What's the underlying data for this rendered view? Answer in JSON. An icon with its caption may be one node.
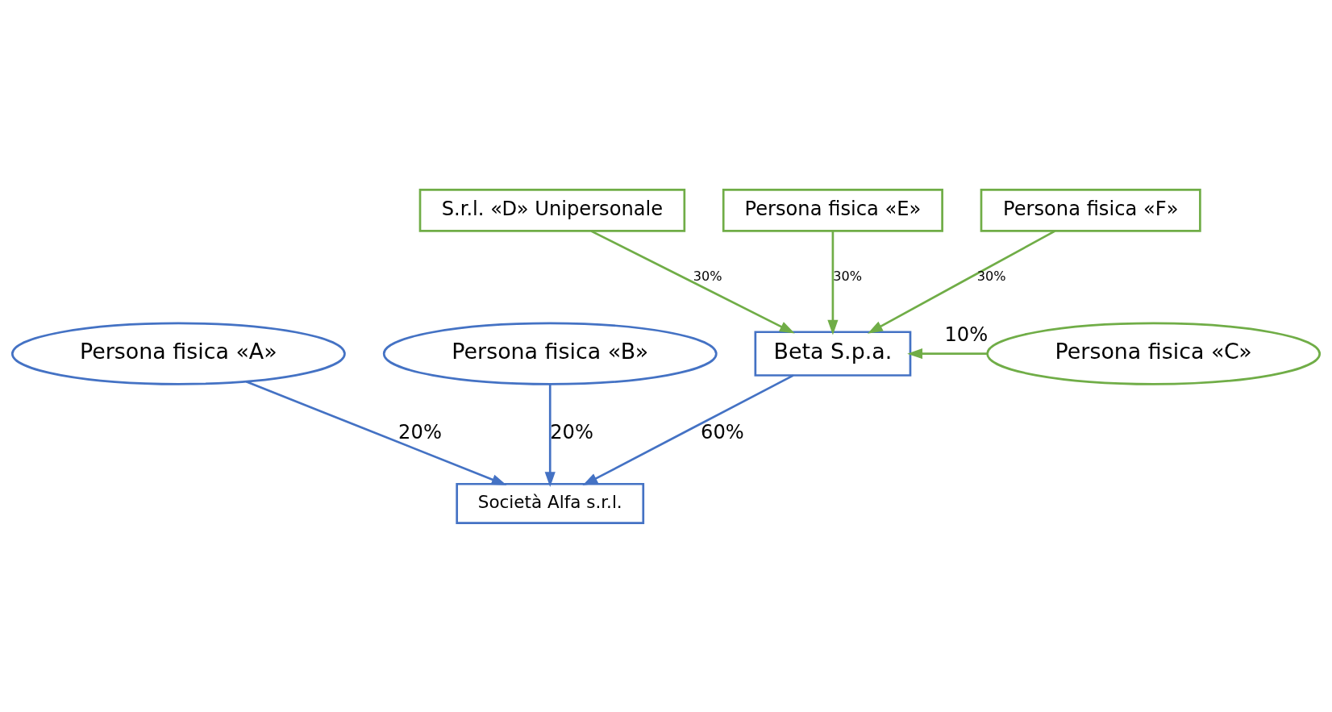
{
  "diagram": {
    "nodes": [
      {
        "text": [
          "S.r.l. «D» Unipersonale"
        ]
      },
      {
        "text": [
          "Persona fisica «E»"
        ]
      },
      {
        "text": [
          "Persona fisica «F»"
        ]
      },
      {
        "text": [
          "Persona fisica «A»"
        ]
      },
      {
        "text": [
          "Persona fisica «B»"
        ]
      },
      {
        "text": [
          "Beta S.p.a."
        ]
      },
      {
        "text": [
          "Persona fisica «C»"
        ]
      },
      {
        "text": [
          "Società Alfa s.r.l."
        ]
      }
    ],
    "edges": [
      {
        "from": 0,
        "to": 5,
        "arrow": "to",
        "label": "30%"
      },
      {
        "from": 1,
        "to": 5,
        "arrow": "to",
        "label": "30%"
      },
      {
        "from": 2,
        "to": 5,
        "arrow": "to",
        "label": "30%"
      },
      {
        "from": 6,
        "to": 5,
        "arrow": "to",
        "label": "10%"
      },
      {
        "from": 3,
        "to": 7,
        "arrow": "to",
        "label": "20%",
        "color": "#4472c4"
      },
      {
        "from": 4,
        "to": 7,
        "arrow": "to",
        "label": "20%",
        "color": "#4472c4"
      },
      {
        "from": 5,
        "to": 7,
        "arrow": "to",
        "label": "60%",
        "color": "#4472c4"
      }
    ]
  }
}
